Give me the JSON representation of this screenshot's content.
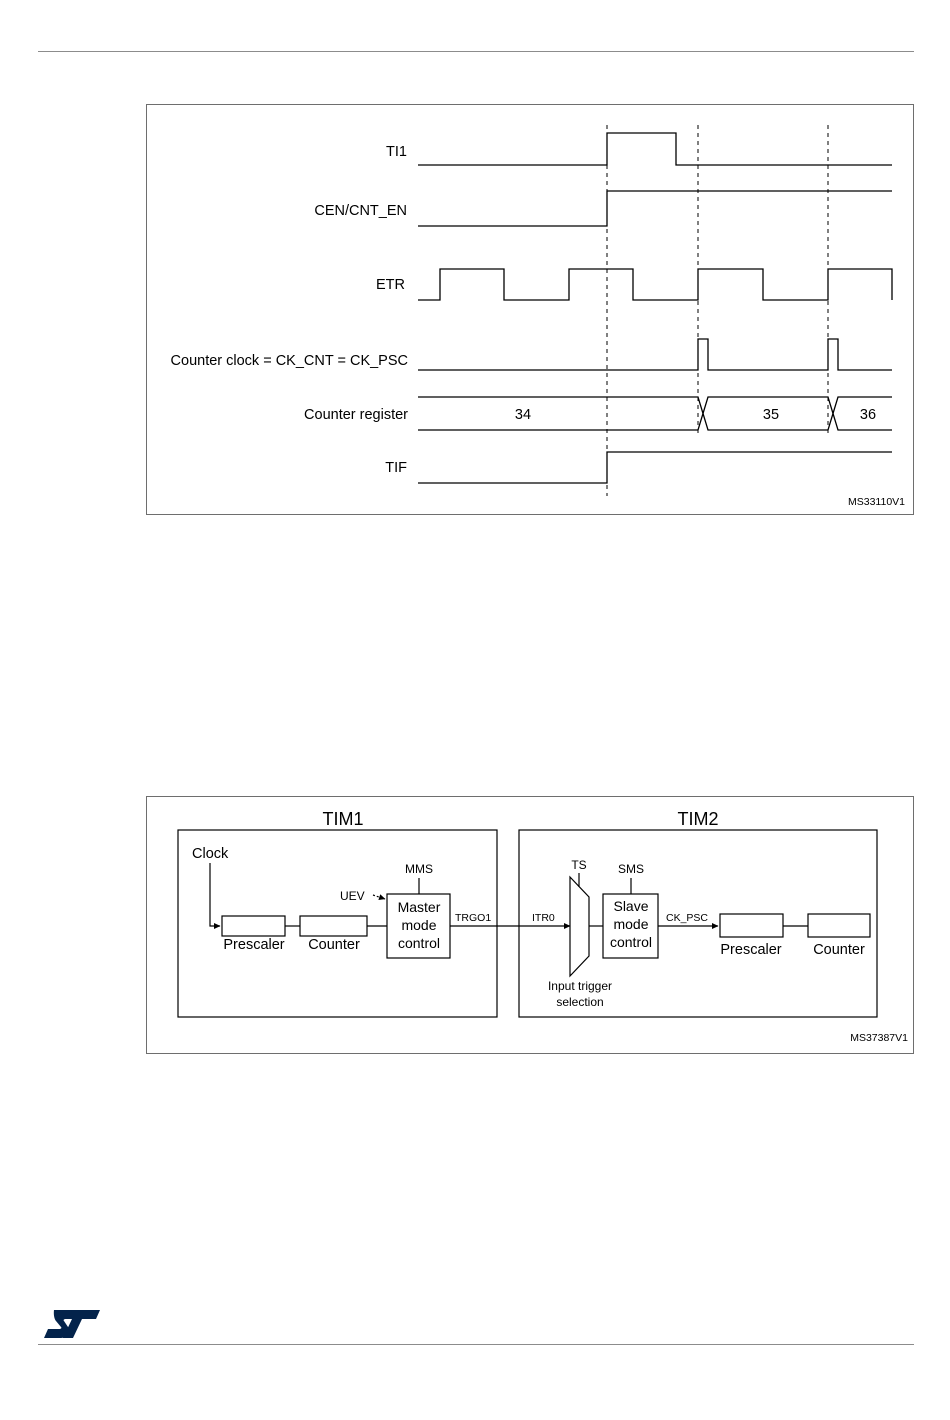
{
  "timing_diagram": {
    "signals": {
      "ti1": "TI1",
      "cen": "CEN/CNT_EN",
      "etr": "ETR",
      "ck_cnt": "Counter clock = CK_CNT = CK_PSC",
      "counter_register": "Counter register",
      "tif": "TIF"
    },
    "counter_values": [
      "34",
      "35",
      "36"
    ],
    "figure_id": "MS33110V1"
  },
  "block_diagram": {
    "tim1": {
      "title": "TIM1",
      "clock": "Clock",
      "prescaler": "Prescaler",
      "counter": "Counter",
      "uev": "UEV",
      "mms": "MMS",
      "master_line1": "Master",
      "master_line2": "mode",
      "master_line3": "control",
      "trgo1": "TRGO1"
    },
    "tim2": {
      "title": "TIM2",
      "itr0": "ITR0",
      "ts": "TS",
      "sms": "SMS",
      "slave_line1": "Slave",
      "slave_line2": "mode",
      "slave_line3": "control",
      "ck_psc": "CK_PSC",
      "prescaler": "Prescaler",
      "counter": "Counter",
      "input_trigger_line1": "Input trigger",
      "input_trigger_line2": "selection"
    },
    "figure_id": "MS37387V1"
  },
  "logo": {
    "name": "st-logo-icon",
    "color": "#03234b"
  }
}
